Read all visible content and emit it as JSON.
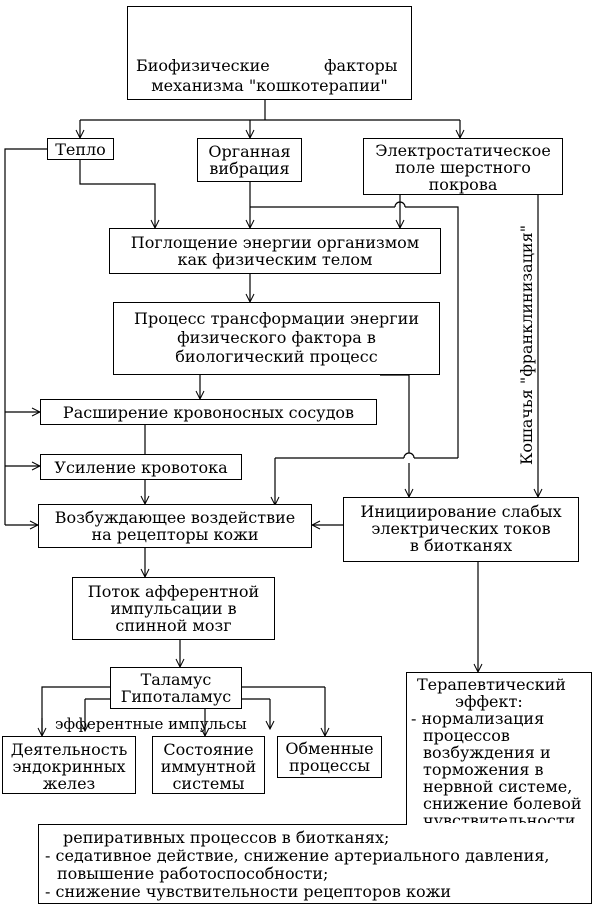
{
  "nodes": {
    "top": {
      "line1": "Биофизические",
      "line2": "факторы",
      "line3": "механизма \"кошкотерапии\""
    },
    "heat": "Тепло",
    "organ_vib": {
      "line1": "Органная",
      "line2": "вибрация"
    },
    "electrostatic": {
      "line1": "Электростатическое",
      "line2": "поле шерстного",
      "line3": "покрова"
    },
    "absorption": {
      "line1": "Поглощение энергии организмом",
      "line2": "как физическим телом"
    },
    "transform": {
      "line1": "Процесс трансформации энергии",
      "line2": "физического фактора в",
      "line3": "биологический процесс"
    },
    "vasodilation": "Расширение кровоносных сосудов",
    "blood_flow": "Усиление кровотока",
    "stimulation": {
      "line1": "Возбуждающее воздействие",
      "line2": "на рецепторы кожи"
    },
    "initiation": {
      "line1": "Инициирование слабых",
      "line2": "электрических токов",
      "line3": "в биотканях"
    },
    "afferent": {
      "line1": "Поток афферентной",
      "line2": "импульсации в",
      "line3": "спинной мозг"
    },
    "thalamus": {
      "line1": "Таламус",
      "line2": "Гипоталамус"
    },
    "endocrine": {
      "line1": "Деятельность",
      "line2": "эндокринных",
      "line3": "желез"
    },
    "immune": {
      "line1": "Состояние",
      "line2": "иммунтной",
      "line3": "системы"
    },
    "metabolic": {
      "line1": "Обменные",
      "line2": "процессы"
    },
    "therapeutic": {
      "title1": "Терапевтический",
      "title2": "эффект:",
      "l1": "- нормализация",
      "l2": "процессов",
      "l3": "возбуждения и",
      "l4": "торможения в",
      "l5": "нервной системе,",
      "l6": "снижение болевой",
      "l7": "чувствительности,"
    },
    "bottom_effect": {
      "l1": "репиративных процессов в биотканях;",
      "l2": "- седативное действие, снижение артериального давления,",
      "l3": "повышение работоспособности;",
      "l4": "- снижение чувствительности рецепторов кожи"
    }
  },
  "labels": {
    "efferent": "эфферентные импульсы",
    "franklin": "Кошачья \"франклинизация\""
  },
  "icons": {
    "cat": "cat-illustration"
  }
}
